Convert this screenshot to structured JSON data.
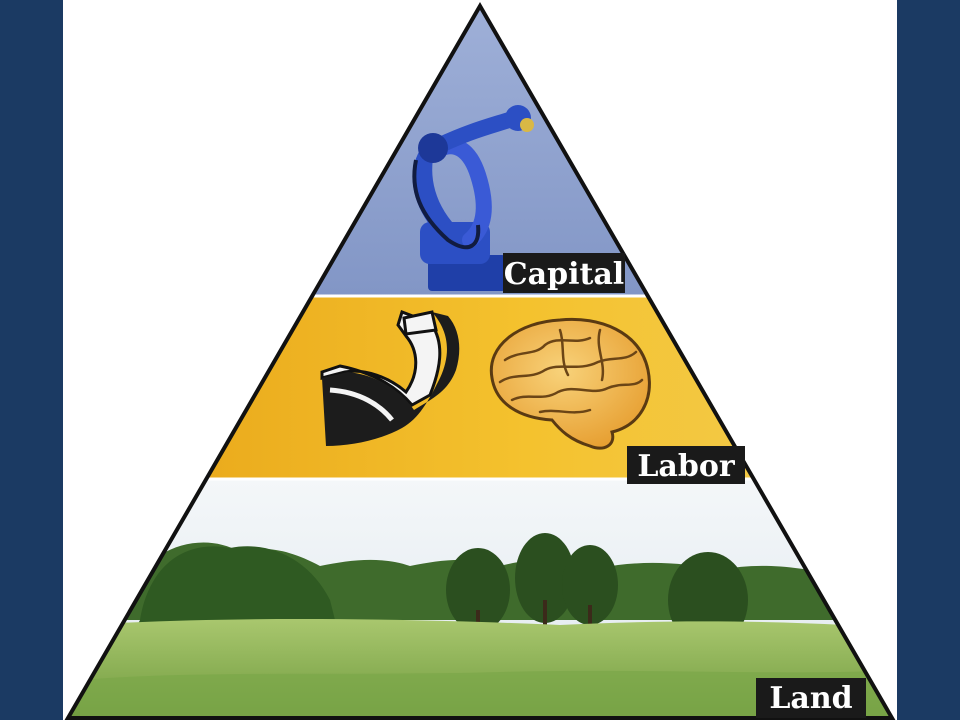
{
  "pyramid": {
    "tiers": [
      {
        "label": "Capital",
        "image": "industrial-robot-arm"
      },
      {
        "label": "Labor",
        "image": "flexed-arm-and-brain"
      },
      {
        "label": "Land",
        "image": "grassland-with-trees"
      }
    ]
  },
  "colors": {
    "slide_border": "#1b3a63",
    "capital_band": "#8fa2cf",
    "labor_band": "#f0b21f",
    "label_box": "#1a1a1a",
    "robot": "#2c4fc4",
    "brain": "#f2b44a",
    "grass": "#8db45a",
    "sky": "#eef3f6"
  }
}
